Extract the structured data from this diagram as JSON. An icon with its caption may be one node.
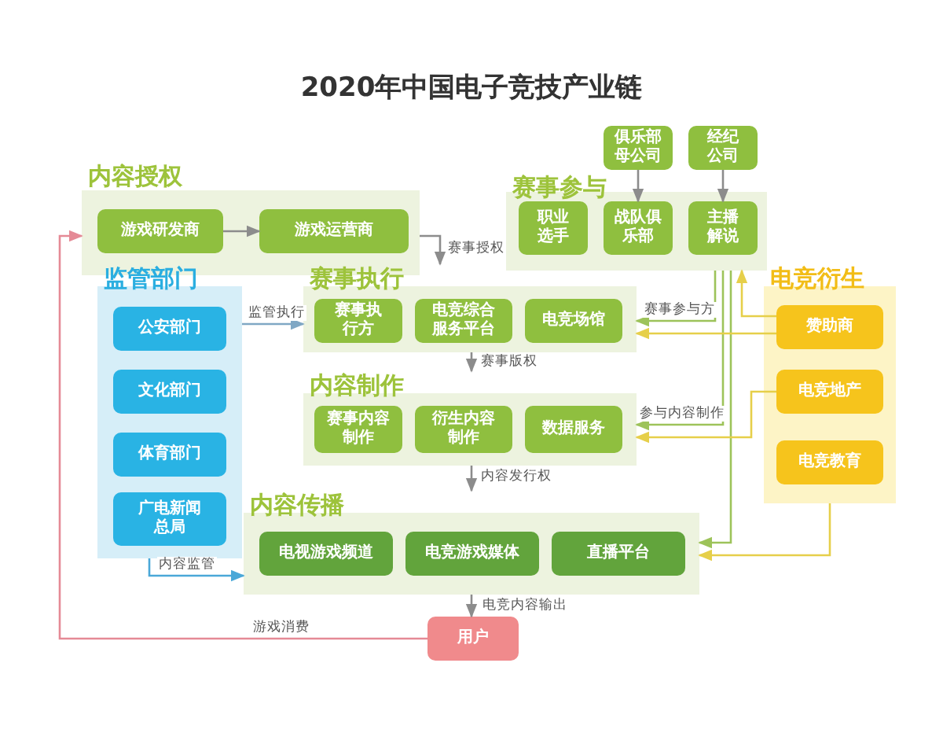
{
  "diagram": {
    "title": "2020年中国电子竞技产业链",
    "nodes": [
      {
        "text": [
          "内容授权"
        ]
      },
      {
        "text": [
          "游戏研发商"
        ],
        "in": 0
      },
      {
        "text": [
          "游戏运营商"
        ],
        "in": 0
      },
      {
        "text": [
          "俱乐部母公司"
        ]
      },
      {
        "text": [
          "经纪公司"
        ]
      },
      {
        "text": [
          "赛事参与"
        ]
      },
      {
        "text": [
          "职业选手"
        ],
        "in": 5
      },
      {
        "text": [
          "战队俱乐部"
        ],
        "in": 5
      },
      {
        "text": [
          "主播解说"
        ],
        "in": 5
      },
      {
        "text": [
          "监管部门"
        ]
      },
      {
        "text": [
          "公安部门"
        ],
        "in": 9
      },
      {
        "text": [
          "文化部门"
        ],
        "in": 9
      },
      {
        "text": [
          "体育部门"
        ],
        "in": 9
      },
      {
        "text": [
          "广电新闻总局"
        ],
        "in": 9
      },
      {
        "text": [
          "赛事执行"
        ]
      },
      {
        "text": [
          "赛事执行方"
        ],
        "in": 14
      },
      {
        "text": [
          "电竞综合服务平台"
        ],
        "in": 14
      },
      {
        "text": [
          "电竞场馆"
        ],
        "in": 14
      },
      {
        "text": [
          "电竞衍生"
        ]
      },
      {
        "text": [
          "赞助商"
        ],
        "in": 18
      },
      {
        "text": [
          "电竞地产"
        ],
        "in": 18
      },
      {
        "text": [
          "电竞教育"
        ],
        "in": 18
      },
      {
        "text": [
          "内容制作"
        ]
      },
      {
        "text": [
          "赛事内容制作"
        ],
        "in": 22
      },
      {
        "text": [
          "衍生内容制作"
        ],
        "in": 22
      },
      {
        "text": [
          "数据服务"
        ],
        "in": 22
      },
      {
        "text": [
          "内容传播"
        ]
      },
      {
        "text": [
          "电视游戏频道"
        ],
        "in": 26
      },
      {
        "text": [
          "电竞游戏媒体"
        ],
        "in": 26
      },
      {
        "text": [
          "直播平台"
        ],
        "in": 26
      },
      {
        "text": [
          "用户"
        ]
      }
    ],
    "edges": [
      {
        "from": 1,
        "to": 2,
        "arrow": "to"
      },
      {
        "from": 0,
        "to": 14,
        "arrow": "to",
        "label": "赛事授权"
      },
      {
        "from": 3,
        "to": 7,
        "arrow": "to"
      },
      {
        "from": 4,
        "to": 8,
        "arrow": "to"
      },
      {
        "from": 9,
        "to": 14,
        "arrow": "to",
        "label": "监管执行",
        "color": "#7fa7c4"
      },
      {
        "from": 14,
        "to": 22,
        "arrow": "to",
        "label": "赛事版权"
      },
      {
        "from": 22,
        "to": 26,
        "arrow": "to",
        "label": "内容发行权"
      },
      {
        "from": 26,
        "to": 30,
        "arrow": "to",
        "label": "电竞内容输出"
      },
      {
        "from": 9,
        "to": 26,
        "arrow": "to",
        "label": "内容监管",
        "color": "#4aa8d8"
      },
      {
        "from": 30,
        "to": 0,
        "arrow": "to",
        "label": "游戏消费",
        "color": "#e58a96"
      },
      {
        "from": 5,
        "to": 14,
        "arrow": "to",
        "label": "赛事参与方",
        "color": "#9dc35a"
      },
      {
        "from": 5,
        "to": 22,
        "arrow": "to",
        "label": "参与内容制作",
        "color": "#9dc35a"
      },
      {
        "from": 5,
        "to": 26,
        "arrow": "to",
        "color": "#9dc35a"
      },
      {
        "from": 19,
        "to": 5,
        "arrow": "to",
        "color": "#e6cf4a"
      },
      {
        "from": 19,
        "to": 14,
        "arrow": "to",
        "color": "#e6cf4a"
      },
      {
        "from": 20,
        "to": 22,
        "arrow": "to",
        "color": "#e6cf4a"
      },
      {
        "from": 18,
        "to": 26,
        "arrow": "to",
        "color": "#e6cf4a"
      }
    ]
  }
}
